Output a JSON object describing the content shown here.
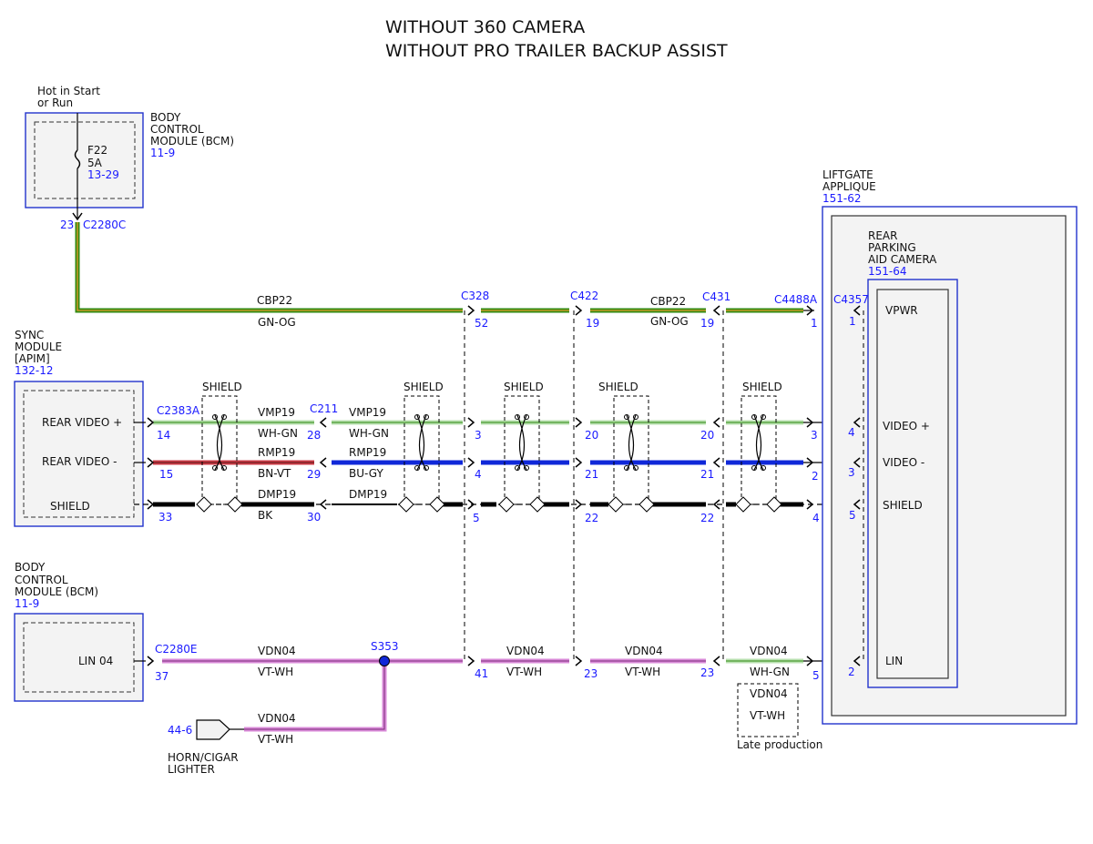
{
  "title": {
    "line1": "WITHOUT 360 CAMERA",
    "line2": "WITHOUT PRO TRAILER BACKUP ASSIST"
  },
  "bcm_top": {
    "hot_line1": "Hot in Start",
    "hot_line2": "or Run",
    "name1": "BODY",
    "name2": "CONTROL",
    "name3": "MODULE (BCM)",
    "ref": "11-9",
    "fuse": "F22",
    "amps": "5A",
    "fuse_ref": "13-29",
    "pin": "23",
    "connector": "C2280C"
  },
  "sync": {
    "name1": "SYNC",
    "name2": "MODULE",
    "name3": "[APIM]",
    "ref": "132-12",
    "pins": [
      "REAR VIDEO +",
      "REAR VIDEO -",
      "SHIELD"
    ]
  },
  "bcm_bottom": {
    "name1": "BODY",
    "name2": "CONTROL",
    "name3": "MODULE (BCM)",
    "ref": "11-9",
    "pin": "LIN 04"
  },
  "liftgate": {
    "name1": "LIFTGATE",
    "name2": "APPLIQUE",
    "ref": "151-62"
  },
  "camera": {
    "name1": "REAR",
    "name2": "PARKING",
    "name3": "AID CAMERA",
    "ref": "151-64",
    "pins": [
      "VPWR",
      "VIDEO +",
      "VIDEO -",
      "SHIELD",
      "LIN"
    ]
  },
  "connectors": {
    "c2383a": "C2383A",
    "c211": "C211",
    "c328": "C328",
    "c422": "C422",
    "c431": "C431",
    "c4488a": "C4488A",
    "c4357": "C4357",
    "c2280e": "C2280E",
    "s353": "S353"
  },
  "pins": {
    "c328_52": "52",
    "c422_19": "19",
    "c431_19": "19",
    "c4488a_1": "1",
    "c4357_1": "1",
    "sync_14": "14",
    "sync_15": "15",
    "sync_33": "33",
    "c211_28": "28",
    "c211_29": "29",
    "c211_30": "30",
    "c328_3": "3",
    "c328_4": "4",
    "c328_5": "5",
    "c422_20": "20",
    "c422_21": "21",
    "c422_22": "22",
    "c431_20": "20",
    "c431_21": "21",
    "c431_22": "22",
    "c4488a_3": "3",
    "c4488a_2": "2",
    "c4488a_4": "4",
    "c4357_4": "4",
    "c4357_3": "3",
    "c4357_5": "5",
    "bcm_37": "37",
    "c328_41": "41",
    "c422_23": "23",
    "c431_23": "23",
    "c4488a_5": "5",
    "c4357_2": "2",
    "horn_ref": "44-6"
  },
  "wires": {
    "cbp22_a": "CBP22",
    "gnog_a": "GN-OG",
    "cbp22_b": "CBP22",
    "gnog_b": "GN-OG",
    "vmp19_a": "VMP19",
    "whgn_a": "WH-GN",
    "vmp19_b": "VMP19",
    "whgn_b": "WH-GN",
    "rmp19_a": "RMP19",
    "bnvt": "BN-VT",
    "rmp19_b": "RMP19",
    "bugy": "BU-GY",
    "dmp19_a": "DMP19",
    "bk": "BK",
    "dmp19_b": "DMP19",
    "vdn04_a": "VDN04",
    "vtwh_a": "VT-WH",
    "vdn04_b": "VDN04",
    "vtwh_b": "VT-WH",
    "vdn04_c": "VDN04",
    "vtwh_c": "VT-WH",
    "vdn04_d": "VDN04",
    "whgn_d": "WH-GN",
    "vdn04_e": "VDN04",
    "vtwh_e": "VT-WH",
    "vdn04_f": "VDN04",
    "vtwh_f": "VT-WH"
  },
  "shield_label": "SHIELD",
  "late_production": "Late production",
  "horn": {
    "line1": "HORN/CIGAR",
    "line2": "LIGHTER"
  },
  "colors": {
    "green": "#2f8a12",
    "orange": "#e89a2a",
    "white_green": "#b9e0b0",
    "red": "#cc3b47",
    "blue": "#1028d8",
    "violet": "#d98ad8",
    "black": "#000000",
    "box_blue": "#2233cc",
    "label_blue": "#1a1aff"
  }
}
